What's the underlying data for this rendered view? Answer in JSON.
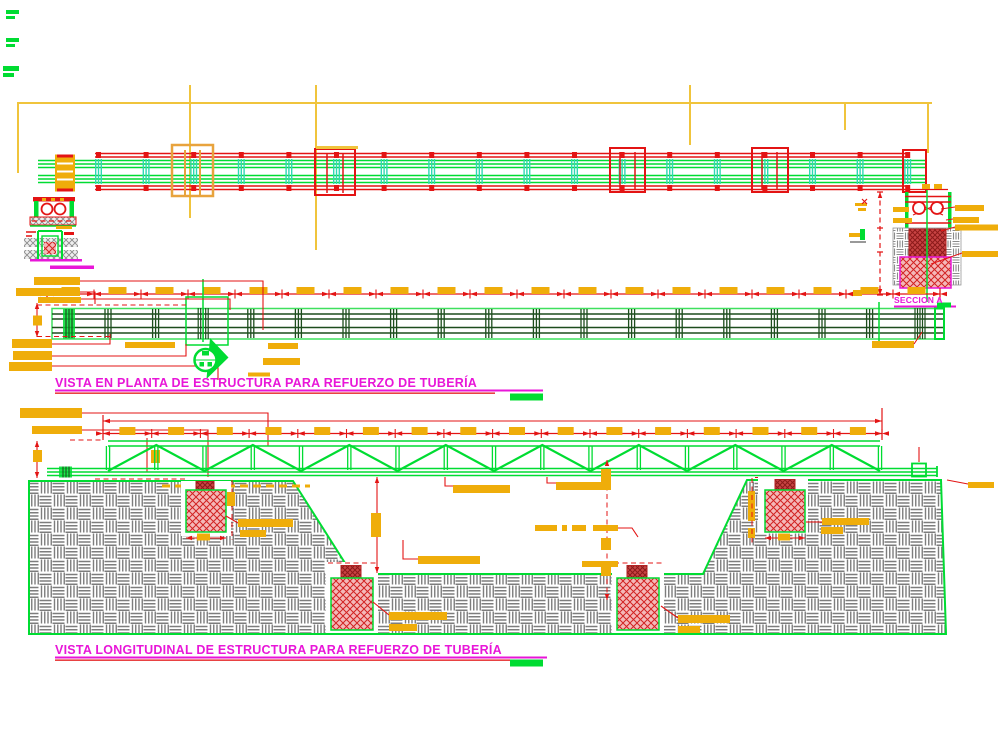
{
  "drawing": {
    "titles": {
      "plan": "VISTA EN PLANTA DE ESTRUCTURA PARA REFUERZO DE TUBERÍA",
      "longitudinal": "VISTA LONGITUDINAL DE ESTRUCTURA PARA REFUERZO DE TUBERÍA",
      "section": "SECCION A"
    },
    "colors": {
      "green": "#00DC32",
      "dark_green": "#1d4d1d",
      "red": "#E31414",
      "dim_yellow": "#EFAD0A",
      "constr_yellow": "#F0C43C",
      "orange_box": "#E8A33D",
      "magenta": "#E816D8",
      "teal": "#2FD8B4",
      "hatch_gray": "#7D7D7D",
      "footing_fill": "#F4B8B8",
      "footing_line": "#D22222",
      "pier_fill": "#C94444"
    }
  }
}
